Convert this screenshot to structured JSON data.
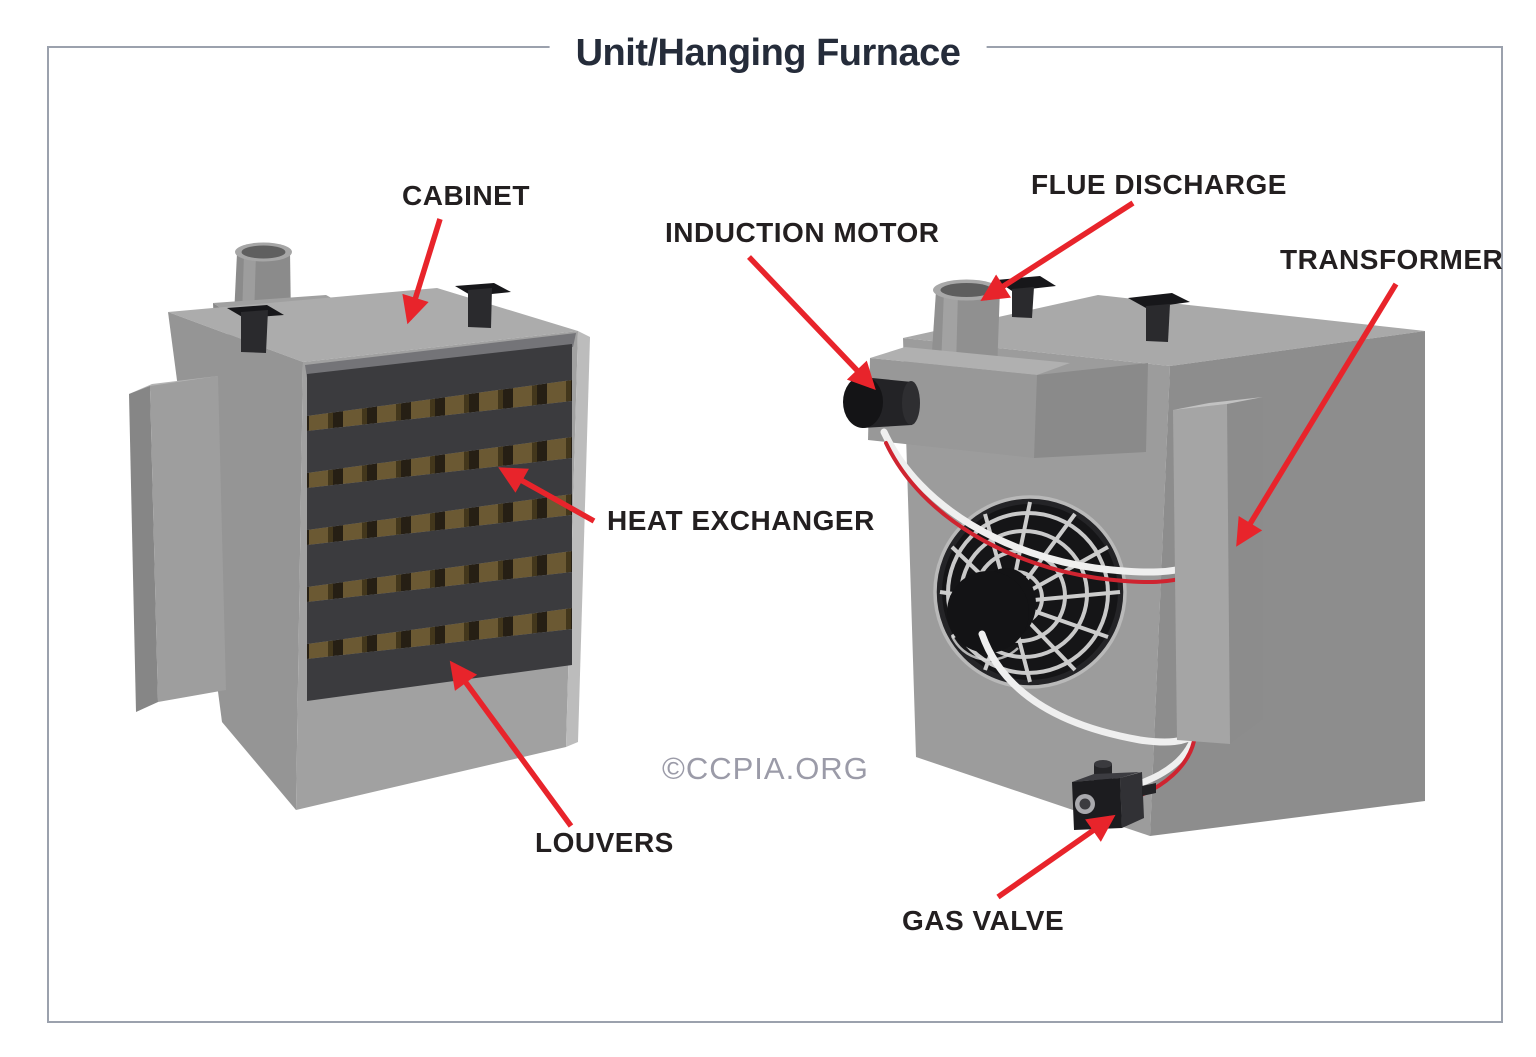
{
  "title": "Unit/Hanging Furnace",
  "watermark": "©CCPIA.ORG",
  "labels": {
    "cabinet": "CABINET",
    "heat_exchanger": "HEAT EXCHANGER",
    "louvers": "LOUVERS",
    "induction_motor": "INDUCTION MOTOR",
    "flue_discharge": "FLUE DISCHARGE",
    "transformer": "TRANSFORMER",
    "gas_valve": "GAS VALVE"
  },
  "colors": {
    "arrow_red": "#e8242b",
    "title_text": "#252c3a",
    "label_text": "#231f20",
    "watermark_text": "#9b9ba8",
    "frame_border": "#9ba1ad",
    "cabinet_gray": "#9c9c9c",
    "louver_dark": "#3b3b3e",
    "tube_brown": "#6b5933",
    "wire_white": "#efefef",
    "wire_red": "#cf2430"
  }
}
